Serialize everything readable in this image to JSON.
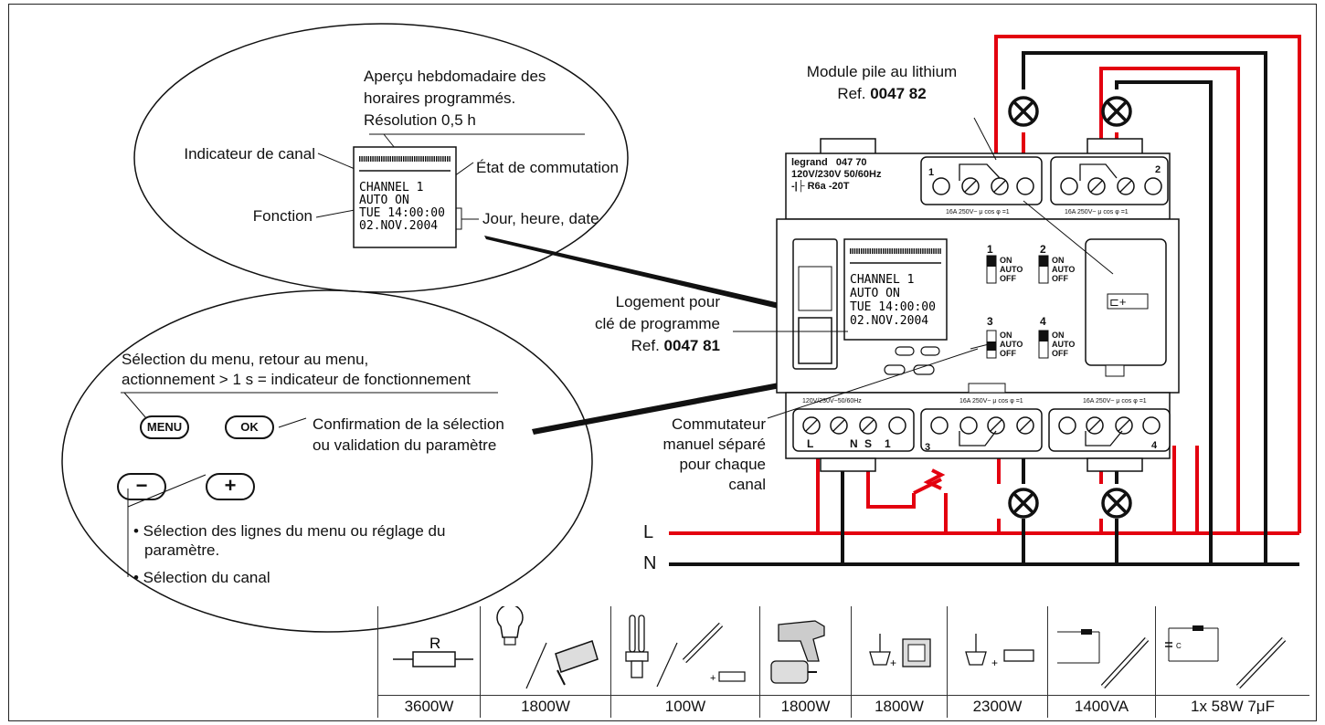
{
  "labels": {
    "apercu": [
      "Aperçu hebdomadaire des",
      "horaires programmés.",
      "Résolution 0,5 h"
    ],
    "indicateur_canal": "Indicateur de canal",
    "etat_commutation": "État de commutation",
    "fonction": "Fonction",
    "jour_heure_date": "Jour, heure, date",
    "module_pile": "Module pile au lithium",
    "module_pile_ref_prefix": "Ref. ",
    "module_pile_ref": "0047 82",
    "logement": [
      "Logement pour",
      "clé de programme"
    ],
    "logement_ref_prefix": "Ref. ",
    "logement_ref": "0047 81",
    "selection_menu": [
      "Sélection du menu, retour au menu,",
      "actionnement > 1 s = indicateur de fonctionnement"
    ],
    "confirmation": [
      "Confirmation de la sélection",
      "ou validation du paramètre"
    ],
    "bullet1": [
      "• Sélection des lignes du menu ou réglage du",
      "paramètre."
    ],
    "bullet2": "• Sélection du canal",
    "commutateur": [
      "Commutateur",
      "manuel séparé",
      "pour chaque",
      "canal"
    ],
    "line_L": "L",
    "line_N": "N"
  },
  "buttons": {
    "menu": "MENU",
    "ok": "OK",
    "minus": "−",
    "plus": "+"
  },
  "lcd": {
    "line1": "CHANNEL 1",
    "line2": "AUTO  ON",
    "line3": "TUE  14:00:00",
    "line4": "02.NOV.2004"
  },
  "device": {
    "brand": "legrand",
    "model": "047 70",
    "voltage": "120V/230V 50/60Hz",
    "rating": "-|├ R6a   -20T",
    "contact_rating": "16A 250V~",
    "contact_rating_cos": "μ cos φ =1",
    "supply_rating": "120V/230V~50/60Hz",
    "channels": [
      "1",
      "2",
      "3",
      "4"
    ],
    "switch_positions": [
      "ON",
      "AUTO",
      "OFF"
    ],
    "terminal_labels": [
      "L",
      "N",
      "S",
      "1"
    ],
    "battery_symbol": "⊏+"
  },
  "load_table": {
    "powers": [
      "3600W",
      "1800W",
      "100W",
      "1800W",
      "1800W",
      "2300W",
      "1400VA",
      "1x 58W  7μF"
    ],
    "icons": [
      "resistor-icon",
      "incandescent-and-halogen-lamp-icon",
      "compact-fluorescent-and-tube-icon",
      "motor-drill-icon",
      "halogen-transformer-icon",
      "halogen-electronic-transformer-icon",
      "fluorescent-tube-ballast-icon",
      "compensated-fluorescent-icon"
    ],
    "resistor_label": "R",
    "capacitor_label": "C"
  },
  "colors": {
    "live": "#e3000f",
    "neutral": "#111111"
  }
}
